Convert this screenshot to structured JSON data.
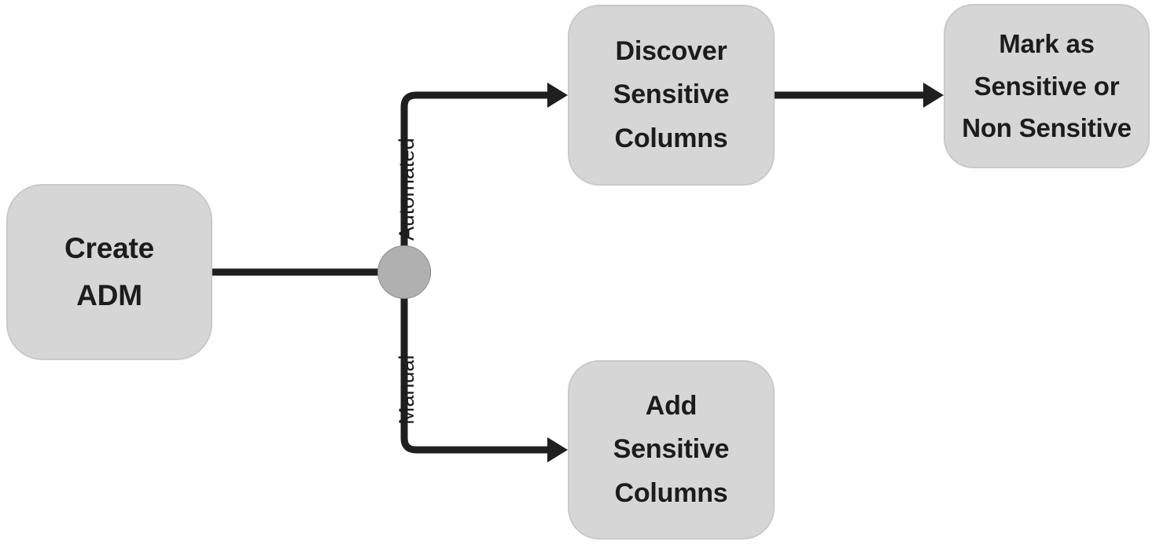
{
  "diagram": {
    "type": "flowchart",
    "background_color": "#ffffff",
    "node_fill": "#d6d6d6",
    "node_border": "#c9c9c9",
    "text_color": "#1c1c1c",
    "connector_color": "#1f1f1f",
    "junction_fill": "#b0b0b0",
    "nodes": [
      {
        "id": "create-adm",
        "name": "create-adm-node",
        "lines": [
          "Create",
          "ADM"
        ],
        "text": "Create ADM"
      },
      {
        "id": "discover-sensitive-columns",
        "name": "discover-sensitive-columns-node",
        "lines": [
          "Discover",
          "Sensitive",
          "Columns"
        ],
        "text": "Discover Sensitive Columns"
      },
      {
        "id": "mark-as-sensitive",
        "name": "mark-as-sensitive-node",
        "lines": [
          "Mark as",
          "Sensitive or",
          "Non Sensitive"
        ],
        "text": "Mark as Sensitive or Non Sensitive"
      },
      {
        "id": "add-sensitive-columns",
        "name": "add-sensitive-columns-node",
        "lines": [
          "Add",
          "Sensitive",
          "Columns"
        ],
        "text": "Add Sensitive Columns"
      }
    ],
    "branch_labels": {
      "upper": "Automated",
      "lower": "Manual"
    },
    "edges": [
      {
        "from": "create-adm",
        "to": "junction",
        "label": ""
      },
      {
        "from": "junction",
        "to": "discover-sensitive-columns",
        "label": "Automated"
      },
      {
        "from": "discover-sensitive-columns",
        "to": "mark-as-sensitive",
        "label": ""
      },
      {
        "from": "junction",
        "to": "add-sensitive-columns",
        "label": "Manual"
      }
    ]
  }
}
